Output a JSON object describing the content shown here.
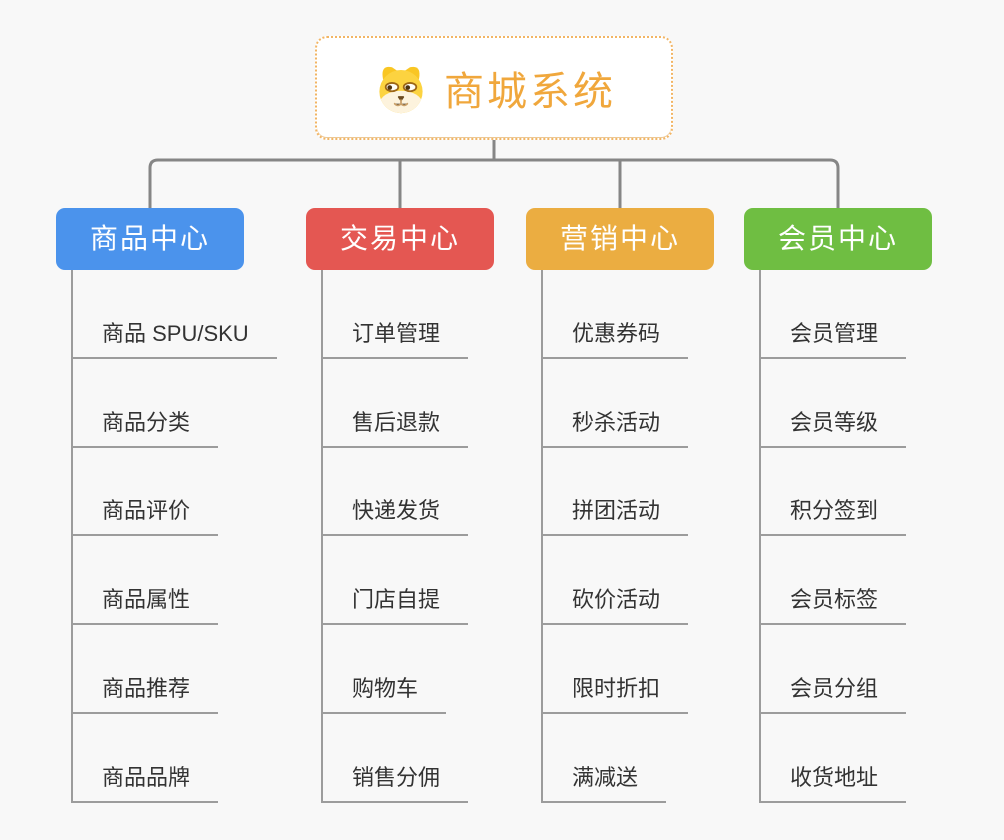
{
  "root": {
    "title": "商城系统",
    "icon": "doge-icon",
    "text_color": "#f0a73c",
    "border_color": "#f2b564"
  },
  "branches": [
    {
      "id": "product-center",
      "label": "商品中心",
      "color": "#4b93ec",
      "children": [
        "商品 SPU/SKU",
        "商品分类",
        "商品评价",
        "商品属性",
        "商品推荐",
        "商品品牌"
      ]
    },
    {
      "id": "trade-center",
      "label": "交易中心",
      "color": "#e45752",
      "children": [
        "订单管理",
        "售后退款",
        "快递发货",
        "门店自提",
        "购物车",
        "销售分佣"
      ]
    },
    {
      "id": "marketing-center",
      "label": "营销中心",
      "color": "#ebad41",
      "children": [
        "优惠券码",
        "秒杀活动",
        "拼团活动",
        "砍价活动",
        "限时折扣",
        "满减送"
      ]
    },
    {
      "id": "member-center",
      "label": "会员中心",
      "color": "#6fbe42",
      "children": [
        "会员管理",
        "会员等级",
        "积分签到",
        "会员标签",
        "会员分组",
        "收货地址"
      ]
    }
  ],
  "colors": {
    "background": "#f8f8f8",
    "connector": "#868686",
    "underline": "#9c9c9c",
    "child_text": "#333333"
  }
}
